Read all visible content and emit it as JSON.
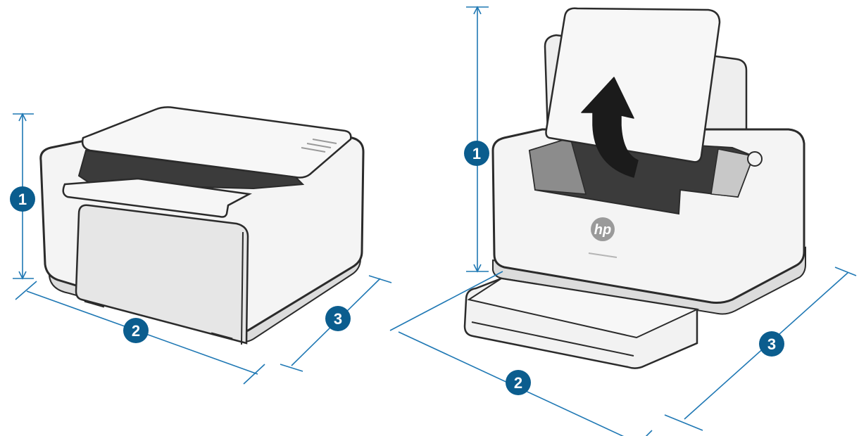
{
  "figure": {
    "left_printer": {
      "callouts": [
        "1",
        "2",
        "3"
      ]
    },
    "right_printer": {
      "callouts": [
        "1",
        "2",
        "3"
      ],
      "logo_text": "hp",
      "arrow_icon": "curved-up-arrow-icon"
    }
  },
  "colors": {
    "dimension_line": "#1f78b4",
    "callout_fill": "#0b5d8e",
    "outline": "#2b2b2b",
    "body_fill": "#f4f4f4",
    "panel_fill": "#e2e2e2",
    "dark_slot": "#3b3b3b",
    "door_fill": "#e6e6e6"
  }
}
